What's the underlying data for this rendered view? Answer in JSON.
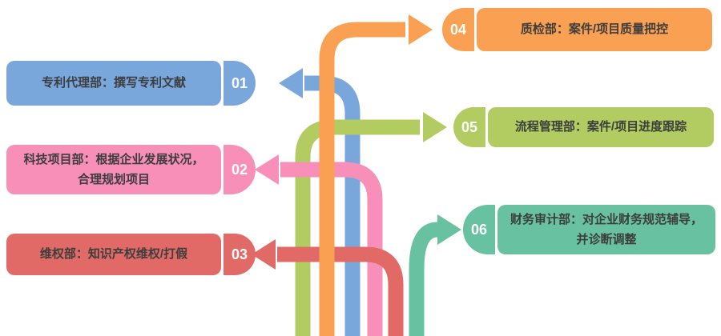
{
  "canvas_bg": "#ffffff",
  "text_color": "#3d3d3d",
  "items": [
    {
      "number": "01",
      "line1": "专利代理部：撰写专利文献",
      "line2": "",
      "color": "#79A7DC",
      "side": "left"
    },
    {
      "number": "02",
      "line1": "科技项目部：根据企业发展状况，",
      "line2": "合理规划项目",
      "color": "#F78FB8",
      "side": "left"
    },
    {
      "number": "03",
      "line1": "维权部：知识产权维权/打假",
      "line2": "",
      "color": "#E26A66",
      "side": "left"
    },
    {
      "number": "04",
      "line1": "质检部：案件/项目质量把控",
      "line2": "",
      "color": "#F9A052",
      "side": "right"
    },
    {
      "number": "05",
      "line1": "流程管理部：案件/项目进度跟踪",
      "line2": "",
      "color": "#B3CC61",
      "side": "right"
    },
    {
      "number": "06",
      "line1": "财务审计部：对企业财务规范辅导，",
      "line2": "并诊断调整",
      "color": "#68C2A2",
      "side": "right"
    }
  ]
}
